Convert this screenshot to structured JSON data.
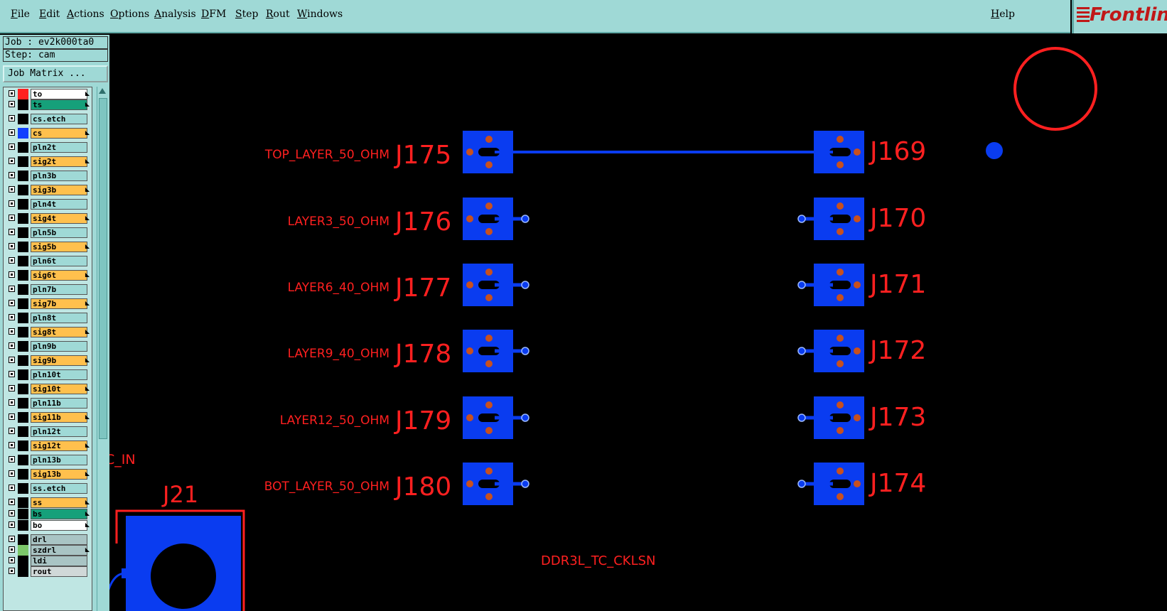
{
  "menubar": {
    "items": [
      "File",
      "Edit",
      "Actions",
      "Options",
      "Analysis",
      "DFM",
      "Step",
      "Rout",
      "Windows"
    ],
    "help": "Help"
  },
  "logo": {
    "text": "Frontline"
  },
  "job": {
    "line": "Job : ev2k000ta0",
    "step": "Step: cam",
    "matrix_button": "Job Matrix ..."
  },
  "colors": {
    "pad_blue": "#0a3cf0",
    "silk_red": "#ff2020",
    "drill_orange": "#c8501e",
    "board_bg": "#000000",
    "panel": "#9fd9d6",
    "layer_orange": "#ffc04d",
    "layer_green": "#16a07a"
  },
  "layers": [
    {
      "name": "to",
      "label_color": "#ffffff",
      "swatch": "#ff2020",
      "arrow": true
    },
    {
      "name": "ts",
      "label_color": "#16a07a",
      "swatch": "#000000",
      "arrow": true
    },
    {
      "name": "cs.etch",
      "label_color": "#9fd9d6",
      "swatch": "#000000",
      "arrow": false
    },
    {
      "name": "cs",
      "label_color": "#ffc04d",
      "swatch": "#1040ff",
      "arrow": true
    },
    {
      "name": "pln2t",
      "label_color": "#9fd9d6",
      "swatch": "#000000",
      "arrow": false
    },
    {
      "name": "sig2t",
      "label_color": "#ffc04d",
      "swatch": "#000000",
      "arrow": true
    },
    {
      "name": "pln3b",
      "label_color": "#9fd9d6",
      "swatch": "#000000",
      "arrow": false
    },
    {
      "name": "sig3b",
      "label_color": "#ffc04d",
      "swatch": "#000000",
      "arrow": true
    },
    {
      "name": "pln4t",
      "label_color": "#9fd9d6",
      "swatch": "#000000",
      "arrow": false
    },
    {
      "name": "sig4t",
      "label_color": "#ffc04d",
      "swatch": "#000000",
      "arrow": true
    },
    {
      "name": "pln5b",
      "label_color": "#9fd9d6",
      "swatch": "#000000",
      "arrow": false
    },
    {
      "name": "sig5b",
      "label_color": "#ffc04d",
      "swatch": "#000000",
      "arrow": true
    },
    {
      "name": "pln6t",
      "label_color": "#9fd9d6",
      "swatch": "#000000",
      "arrow": false
    },
    {
      "name": "sig6t",
      "label_color": "#ffc04d",
      "swatch": "#000000",
      "arrow": true
    },
    {
      "name": "pln7b",
      "label_color": "#9fd9d6",
      "swatch": "#000000",
      "arrow": false
    },
    {
      "name": "sig7b",
      "label_color": "#ffc04d",
      "swatch": "#000000",
      "arrow": true
    },
    {
      "name": "pln8t",
      "label_color": "#9fd9d6",
      "swatch": "#000000",
      "arrow": false
    },
    {
      "name": "sig8t",
      "label_color": "#ffc04d",
      "swatch": "#000000",
      "arrow": true
    },
    {
      "name": "pln9b",
      "label_color": "#9fd9d6",
      "swatch": "#000000",
      "arrow": false
    },
    {
      "name": "sig9b",
      "label_color": "#ffc04d",
      "swatch": "#000000",
      "arrow": true
    },
    {
      "name": "pln10t",
      "label_color": "#9fd9d6",
      "swatch": "#000000",
      "arrow": false
    },
    {
      "name": "sig10t",
      "label_color": "#ffc04d",
      "swatch": "#000000",
      "arrow": true
    },
    {
      "name": "pln11b",
      "label_color": "#9fd9d6",
      "swatch": "#000000",
      "arrow": false
    },
    {
      "name": "sig11b",
      "label_color": "#ffc04d",
      "swatch": "#000000",
      "arrow": true
    },
    {
      "name": "pln12t",
      "label_color": "#9fd9d6",
      "swatch": "#000000",
      "arrow": false
    },
    {
      "name": "sig12t",
      "label_color": "#ffc04d",
      "swatch": "#000000",
      "arrow": true
    },
    {
      "name": "pln13b",
      "label_color": "#9fd9d6",
      "swatch": "#000000",
      "arrow": false
    },
    {
      "name": "sig13b",
      "label_color": "#ffc04d",
      "swatch": "#000000",
      "arrow": true
    },
    {
      "name": "ss.etch",
      "label_color": "#9fd9d6",
      "swatch": "#000000",
      "arrow": false
    },
    {
      "name": "ss",
      "label_color": "#ffc04d",
      "swatch": "#000000",
      "arrow": true
    },
    {
      "name": "bs",
      "label_color": "#16a07a",
      "swatch": "#000000",
      "arrow": true
    },
    {
      "name": "bo",
      "label_color": "#ffffff",
      "swatch": "#000000",
      "arrow": true
    },
    {
      "name": "drl",
      "label_color": "#a9c4c4",
      "swatch": "#000000",
      "arrow": false
    },
    {
      "name": "szdrl",
      "label_color": "#a9c4c4",
      "swatch": "#7cc86a",
      "arrow": true
    },
    {
      "name": "ldi",
      "label_color": "#a9c4c4",
      "swatch": "#000000",
      "arrow": false
    },
    {
      "name": "rout",
      "label_color": "#d0d8d8",
      "swatch": "#000000",
      "arrow": false
    }
  ],
  "board": {
    "left_connectors": [
      {
        "ref": "J175",
        "net": "TOP_LAYER_50_OHM"
      },
      {
        "ref": "J176",
        "net": "LAYER3_50_OHM"
      },
      {
        "ref": "J177",
        "net": "LAYER6_40_OHM"
      },
      {
        "ref": "J178",
        "net": "LAYER9_40_OHM"
      },
      {
        "ref": "J179",
        "net": "LAYER12_50_OHM"
      },
      {
        "ref": "J180",
        "net": "BOT_LAYER_50_OHM"
      }
    ],
    "right_connectors": [
      "J169",
      "J170",
      "J171",
      "J172",
      "J173",
      "J174"
    ],
    "other_labels": {
      "partial_net": "C_IN",
      "j21": "J21",
      "net_bottom": "DDR3L_TC_CKLSN"
    }
  }
}
